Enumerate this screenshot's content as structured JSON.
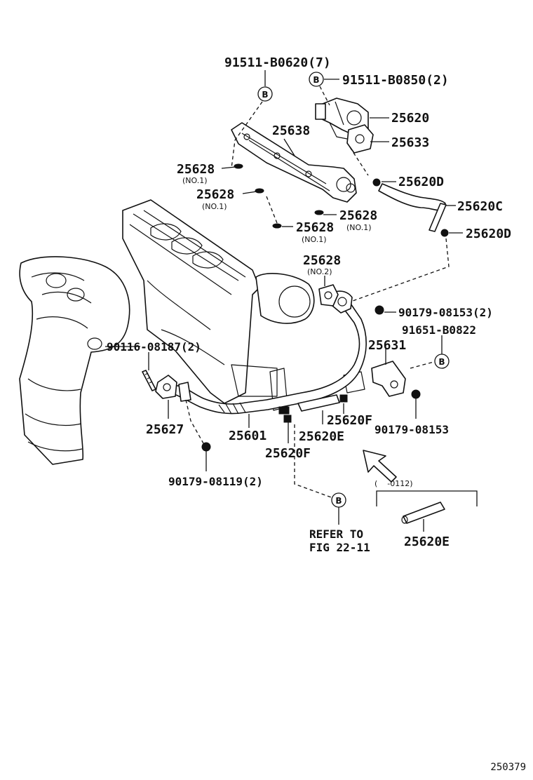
{
  "labels": {
    "p_91511_b0620": "91511-B0620(7)",
    "p_91511_b0850": "91511-B0850(2)",
    "p_25620": "25620",
    "p_25633": "25633",
    "p_25638": "25638",
    "p_25628_a": "25628",
    "p_25628_a_note": "(NO.1)",
    "p_25628_b": "25628",
    "p_25628_b_note": "(NO.1)",
    "p_25628_c": "25628",
    "p_25628_c_note": "(NO.1)",
    "p_25628_d": "25628",
    "p_25628_d_note": "(NO.1)",
    "p_25620d_top": "25620D",
    "p_25620c": "25620C",
    "p_25620d_bottom": "25620D",
    "p_25628_no2": "25628",
    "p_25628_no2_note": "(NO.2)",
    "p_90179_08153_2": "90179-08153(2)",
    "p_91651_b0822": "91651-B0822",
    "p_90116_08187": "90116-08187(2)",
    "p_25631": "25631",
    "p_25620f_right": "25620F",
    "p_90179_08153": "90179-08153",
    "p_25627": "25627",
    "p_25601": "25601",
    "p_25620e": "25620E",
    "p_25620f_bottom": "25620F",
    "p_90179_08119": "90179-08119(2)",
    "inset_range": "(    -0112)",
    "inset_part": "25620E",
    "refer_line1": "REFER TO",
    "refer_line2": "FIG 22-11",
    "callout_b": "B",
    "figure_number": "250379"
  }
}
